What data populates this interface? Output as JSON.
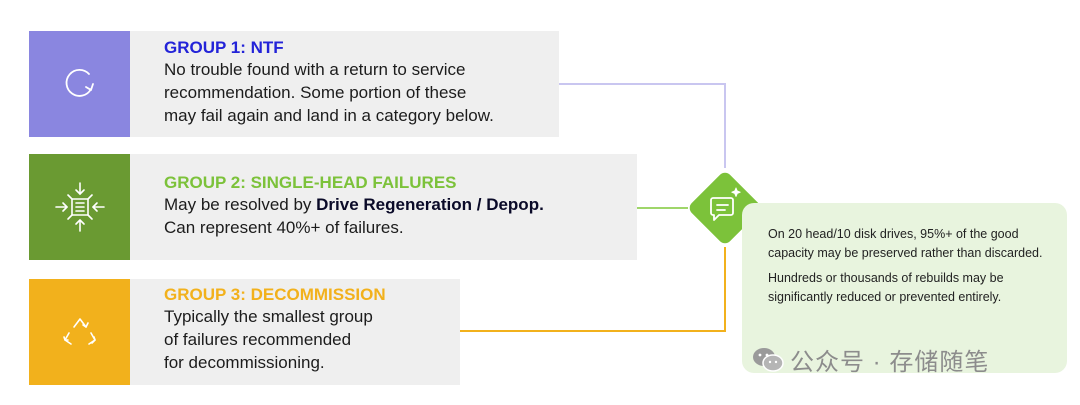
{
  "groups": [
    {
      "title": "GROUP 1: NTF",
      "lines": [
        "No trouble found with a return to service",
        "recommendation. Some portion of these",
        "may fail again and land in a category below."
      ],
      "icon": "refresh-icon",
      "color": "#8a86e0",
      "title_color": "#2323d8"
    },
    {
      "title": "GROUP 2: SINGLE-HEAD FAILURES",
      "line1_prefix": "May be resolved by ",
      "line1_bold": "Drive Regeneration / Depop.",
      "line2": "Can represent 40%+ of failures.",
      "icon": "compress-arrows-icon",
      "color": "#6a9a32",
      "title_color": "#7cc23a"
    },
    {
      "title": "GROUP 3: DECOMMISSION",
      "lines": [
        "Typically the smallest group",
        "of failures recommended",
        "for decommissioning."
      ],
      "icon": "recycle-icon",
      "color": "#f2b11c",
      "title_color": "#f2b11c"
    }
  ],
  "hub": {
    "icon": "chat-sparkle-icon",
    "color": "#7cc23a"
  },
  "note": {
    "paragraphs": [
      "On 20 head/10 disk drives, 95%+ of the good capacity may be preserved rather than discarded.",
      "Hundreds or thousands of rebuilds may be significantly reduced or prevented entirely."
    ]
  },
  "watermark": {
    "text": "公众号 · 存储随笔",
    "icon": "wechat-icon"
  }
}
